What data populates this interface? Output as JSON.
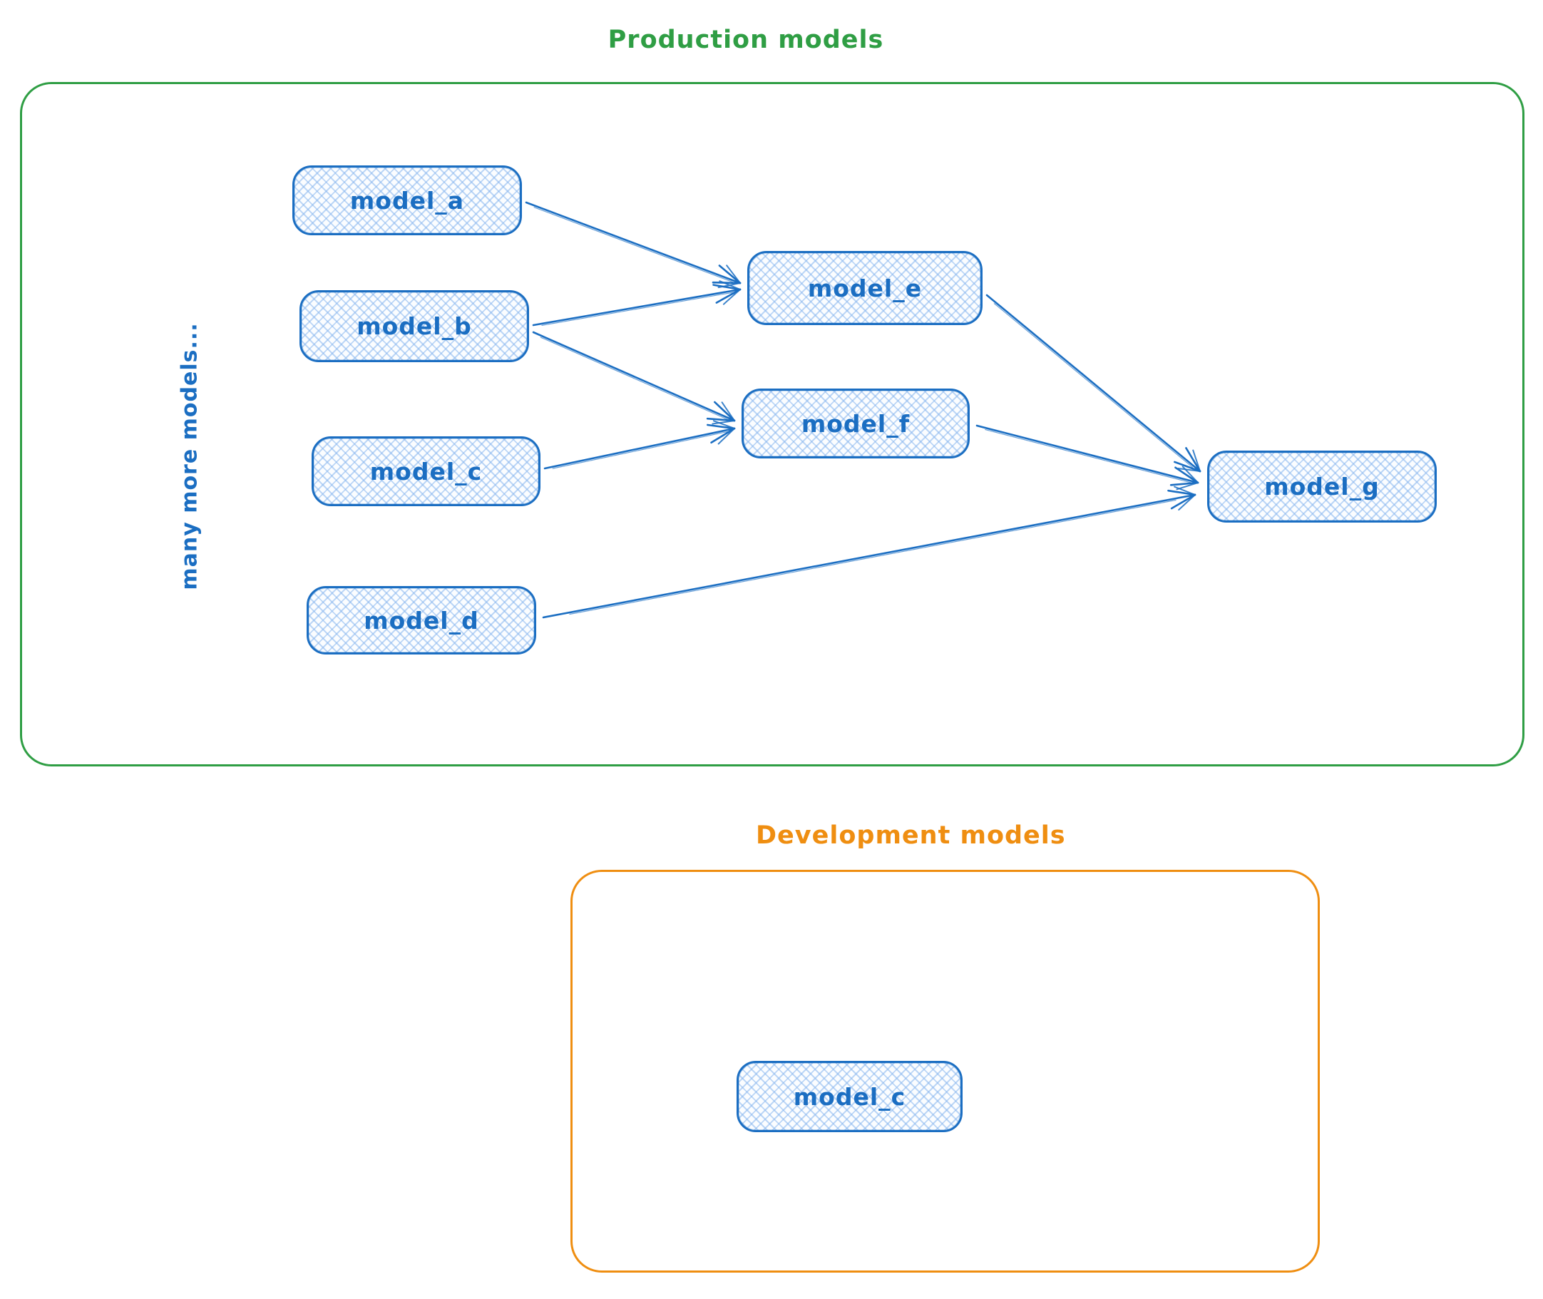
{
  "diagram": {
    "production": {
      "title": "Production models",
      "side_note": "many more models...",
      "nodes": [
        {
          "id": "model_a",
          "label": "model_a"
        },
        {
          "id": "model_b",
          "label": "model_b"
        },
        {
          "id": "model_c",
          "label": "model_c"
        },
        {
          "id": "model_d",
          "label": "model_d"
        },
        {
          "id": "model_e",
          "label": "model_e"
        },
        {
          "id": "model_f",
          "label": "model_f"
        },
        {
          "id": "model_g",
          "label": "model_g"
        }
      ]
    },
    "development": {
      "title": "Development models",
      "nodes": [
        {
          "id": "dev_model_c",
          "label": "model_c"
        }
      ]
    },
    "edges": [
      {
        "from": "model_a",
        "to": "model_e"
      },
      {
        "from": "model_b",
        "to": "model_e"
      },
      {
        "from": "model_b",
        "to": "model_f"
      },
      {
        "from": "model_c",
        "to": "model_f"
      },
      {
        "from": "model_e",
        "to": "model_g"
      },
      {
        "from": "model_f",
        "to": "model_g"
      },
      {
        "from": "model_d",
        "to": "model_g"
      }
    ],
    "colors": {
      "production_border": "#2f9e44",
      "development_border": "#ef8e11",
      "node_stroke": "#1b6ec2",
      "node_hatch": "#88b6ee"
    }
  }
}
